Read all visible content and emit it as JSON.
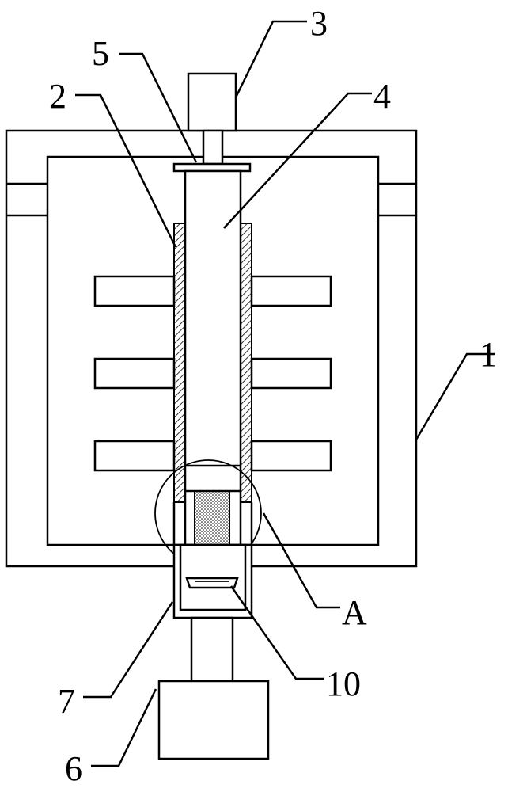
{
  "labels": {
    "l1": "1",
    "l2": "2",
    "l3": "3",
    "l4": "4",
    "l5": "5",
    "l6": "6",
    "l7": "7",
    "l10": "10",
    "lA": "A"
  }
}
